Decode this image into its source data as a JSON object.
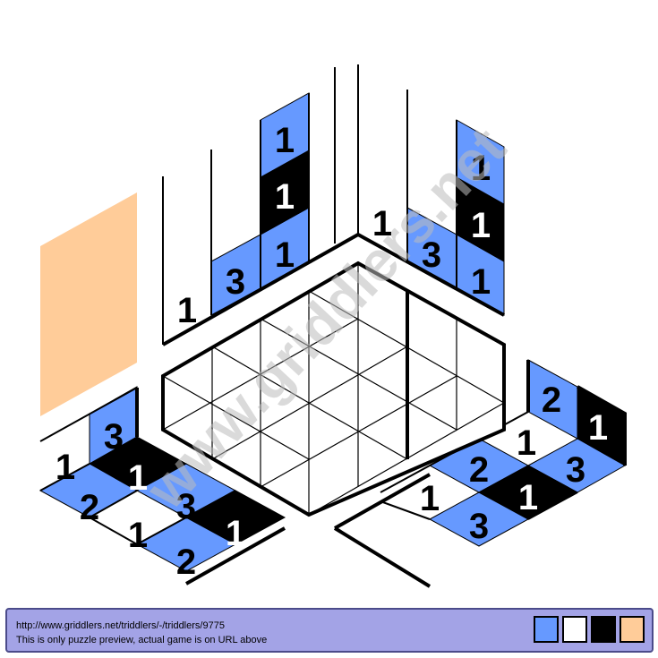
{
  "palette": {
    "colors": [
      "#6699ff",
      "#ffffff",
      "#000000",
      "#ffcc99"
    ],
    "names": [
      "blue",
      "white",
      "black",
      "peach"
    ]
  },
  "watermark": {
    "text": "www.griddlers.net"
  },
  "footer": {
    "url": "http://www.griddlers.net/triddlers/-/triddlers/9775",
    "note": "This is only puzzle preview, actual game is on URL above"
  },
  "clues": {
    "left_top": [
      "1",
      "3",
      "1",
      "1",
      "1"
    ],
    "right_top": [
      "1",
      "3",
      "1",
      "1",
      "1"
    ],
    "left_bottom": [
      "3",
      "1",
      "1",
      "2",
      "3",
      "1",
      "1",
      "2"
    ],
    "right_bottom": [
      "2",
      "1",
      "1",
      "2",
      "3",
      "1",
      "1",
      "3"
    ]
  }
}
